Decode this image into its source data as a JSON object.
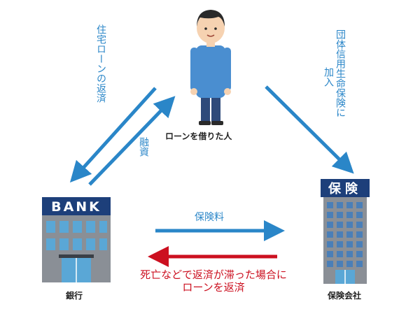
{
  "labels": {
    "repayment": "住宅ローンの返済",
    "financing": "融資",
    "insurance_join_1": "団体信用生命保険に",
    "insurance_join_2": "加入",
    "borrower": "ローンを借りた人",
    "premium": "保険料",
    "death_line_1": "死亡などで返済が滞った場合に",
    "death_line_2": "ローンを返済",
    "bank": "銀行",
    "insurance_company": "保険会社"
  },
  "signs": {
    "bank": "BANK",
    "insurance": "保険"
  },
  "colors": {
    "blue_arrow": "#2a86c8",
    "red_arrow": "#cc1020",
    "sign_navy": "#1d3f7a",
    "building_gray": "#8a8f96",
    "window_blue": "#5aa7d6"
  },
  "icons": [
    "person-icon",
    "bank-building-icon",
    "insurance-building-icon"
  ]
}
